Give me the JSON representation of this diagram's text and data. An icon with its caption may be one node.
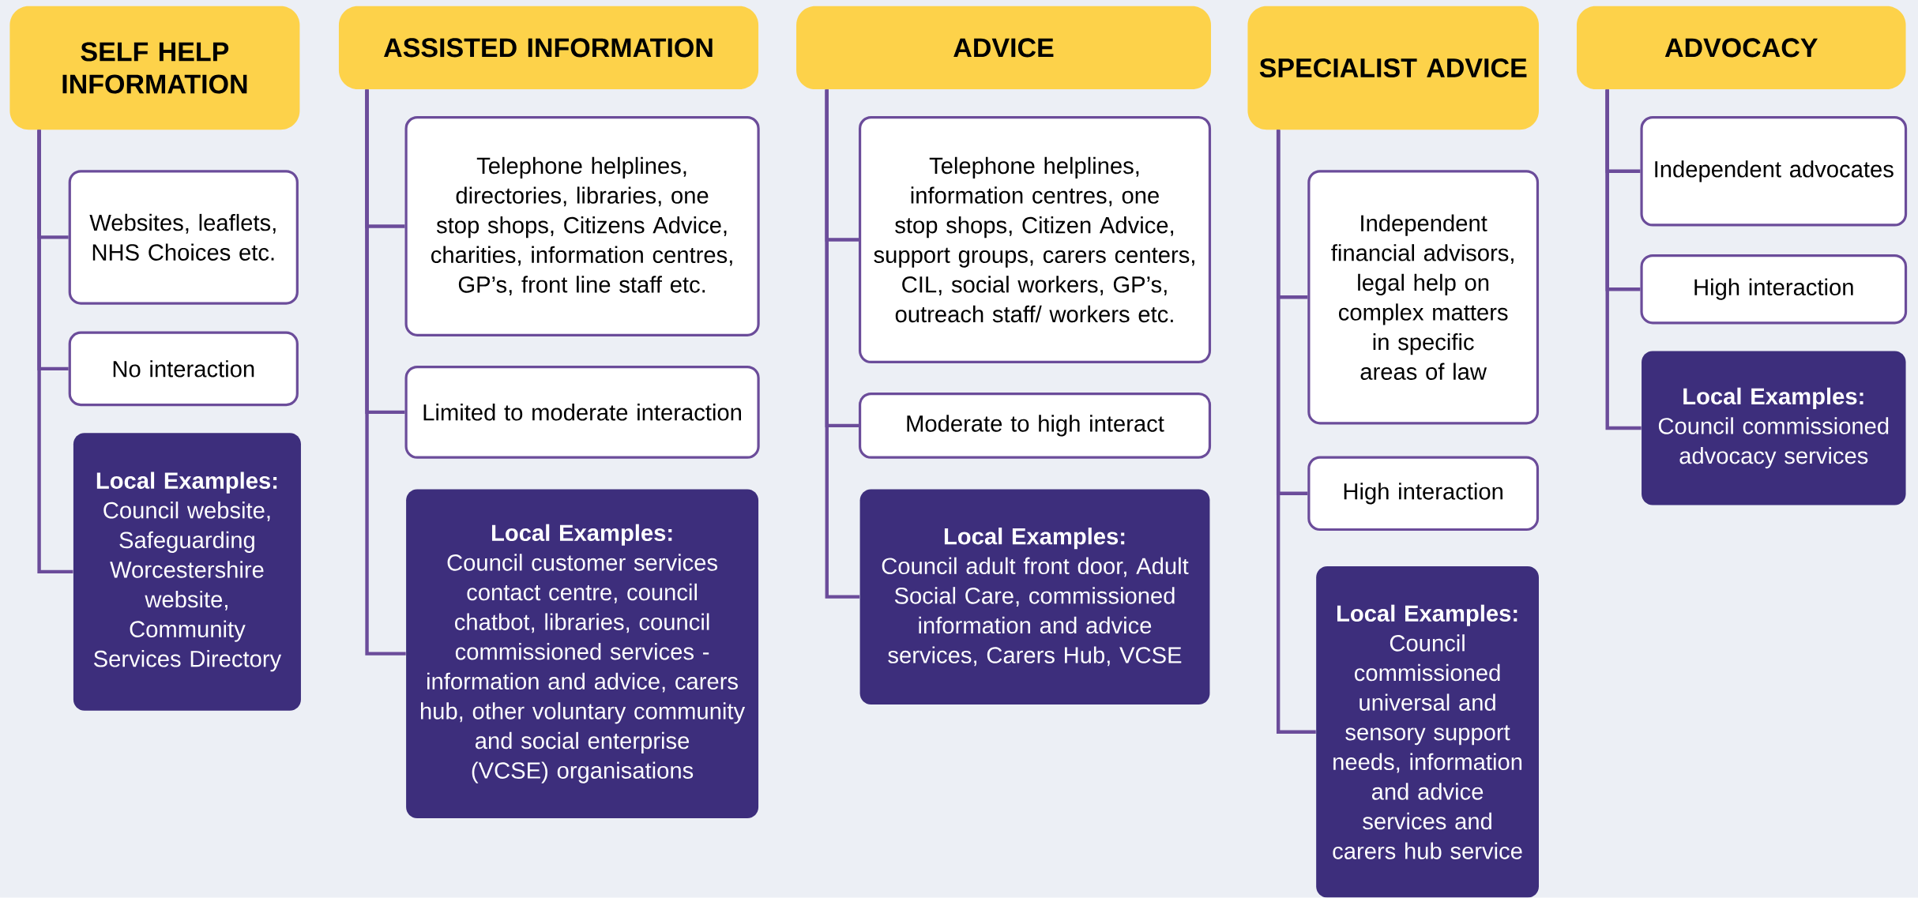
{
  "diagram": {
    "nodes": [
      {
        "text": [
          "SELF HELP INFORMATION"
        ]
      },
      {
        "text": [
          "ASSISTED INFORMATION"
        ]
      },
      {
        "text": [
          "ADVICE"
        ]
      },
      {
        "text": [
          "SPECIALIST ADVICE"
        ]
      },
      {
        "text": [
          "ADVOCACY"
        ]
      },
      {
        "text": [
          "Websites, leaflets, NHS Choices etc."
        ]
      },
      {
        "text": [
          "No interaction"
        ]
      },
      {
        "text": [
          "Local Examples:",
          "Council website, Safeguarding Worcestershire website, Community Services Directory"
        ]
      },
      {
        "text": [
          "Telephone helplines, directories, libraries, one stop shops, Citizens Advice, charities, information centres, GP’s, front line staff etc."
        ]
      },
      {
        "text": [
          "Limited to moderate interaction"
        ]
      },
      {
        "text": [
          "Local Examples:",
          "Council customer services contact centre, council chatbot, libraries, council commissioned services - information and advice, carers hub, other voluntary community and social enterprise (VCSE) organisations"
        ]
      },
      {
        "text": [
          "Telephone helplines, information centres, one stop shops, Citizen Advice, support groups, carers centers, CIL, social workers, GP’s, outreach staff/ workers etc."
        ]
      },
      {
        "text": [
          "Moderate to high interact"
        ]
      },
      {
        "text": [
          "Local Examples:",
          "Council adult front door, Adult Social Care, commissioned information and advice services, Carers Hub, VCSE"
        ]
      },
      {
        "text": [
          "Independent financial advisors, legal help on complex matters in specific areas of law"
        ]
      },
      {
        "text": [
          "High interaction"
        ]
      },
      {
        "text": [
          "Local Examples:",
          "Council commissioned universal and sensory support needs, information and advice services and carers hub service"
        ]
      },
      {
        "text": [
          "Independent advocates"
        ]
      },
      {
        "text": [
          "High interaction"
        ]
      },
      {
        "text": [
          "Local Examples:",
          "Council commissioned advocacy services"
        ]
      }
    ],
    "edges": [
      {
        "from": 0,
        "to": 5,
        "arrow": "none"
      },
      {
        "from": 0,
        "to": 6,
        "arrow": "none"
      },
      {
        "from": 0,
        "to": 7,
        "arrow": "none"
      },
      {
        "from": 1,
        "to": 8,
        "arrow": "none"
      },
      {
        "from": 1,
        "to": 9,
        "arrow": "none"
      },
      {
        "from": 1,
        "to": 10,
        "arrow": "none"
      },
      {
        "from": 2,
        "to": 11,
        "arrow": "none"
      },
      {
        "from": 2,
        "to": 12,
        "arrow": "none"
      },
      {
        "from": 2,
        "to": 13,
        "arrow": "none"
      },
      {
        "from": 3,
        "to": 14,
        "arrow": "none"
      },
      {
        "from": 3,
        "to": 15,
        "arrow": "none"
      },
      {
        "from": 3,
        "to": 16,
        "arrow": "none"
      },
      {
        "from": 4,
        "to": 17,
        "arrow": "none"
      },
      {
        "from": 4,
        "to": 18,
        "arrow": "none"
      },
      {
        "from": 4,
        "to": 19,
        "arrow": "none"
      }
    ]
  }
}
